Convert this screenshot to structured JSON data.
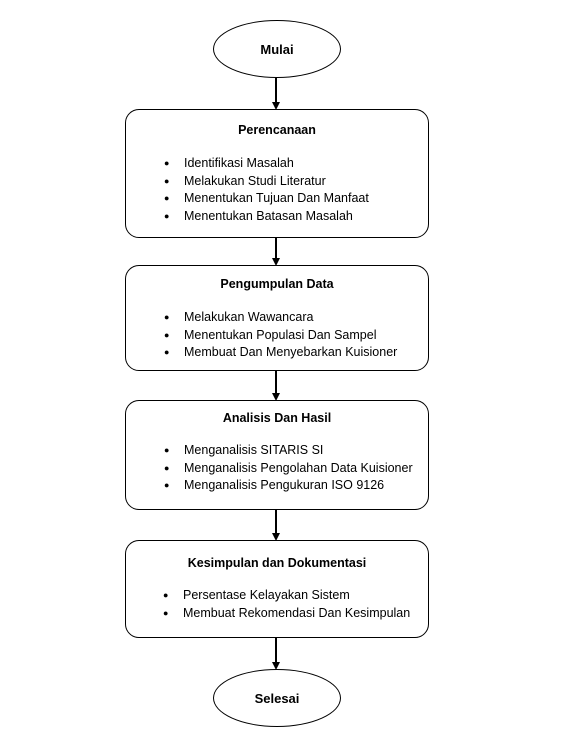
{
  "flowchart": {
    "start": "Mulai",
    "end": "Selesai",
    "stages": [
      {
        "title": "Perencanaan",
        "items": [
          "Identifikasi Masalah",
          "Melakukan Studi Literatur",
          "Menentukan Tujuan Dan Manfaat",
          "Menentukan Batasan Masalah"
        ]
      },
      {
        "title": "Pengumpulan Data",
        "items": [
          "Melakukan Wawancara",
          "Menentukan Populasi Dan Sampel",
          "Membuat Dan Menyebarkan Kuisioner"
        ]
      },
      {
        "title": "Analisis Dan Hasil",
        "items": [
          "Menganalisis SITARIS SI",
          "Menganalisis Pengolahan Data Kuisioner",
          "Menganalisis Pengukuran ISO 9126"
        ]
      },
      {
        "title": "Kesimpulan dan Dokumentasi",
        "items": [
          "Persentase Kelayakan Sistem",
          "Membuat Rekomendasi Dan Kesimpulan"
        ]
      }
    ]
  }
}
